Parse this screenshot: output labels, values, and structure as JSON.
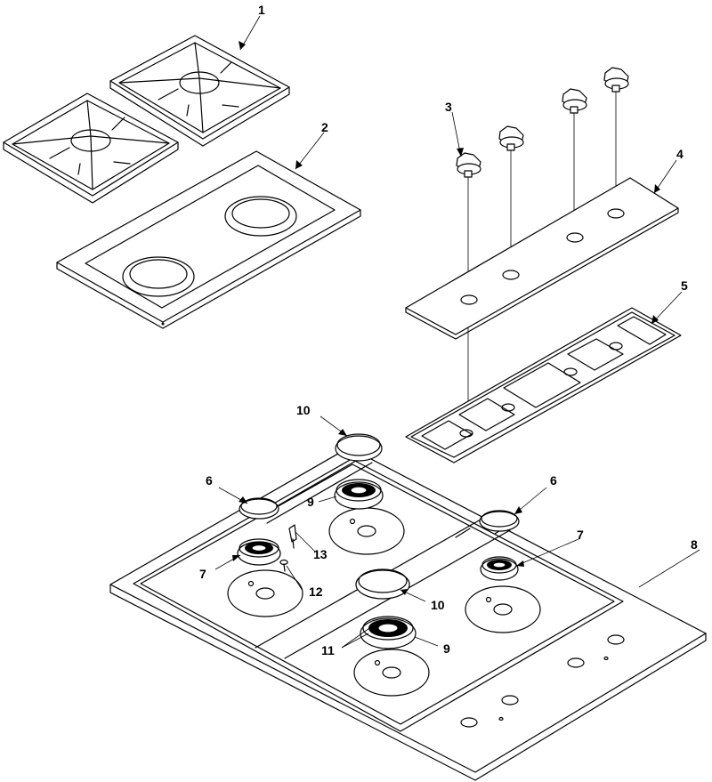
{
  "callouts": {
    "c1": "1",
    "c2": "2",
    "c3": "3",
    "c4": "4",
    "c5": "5",
    "c6a": "6",
    "c6b": "6",
    "c7a": "7",
    "c7b": "7",
    "c8": "8",
    "c9a": "9",
    "c9b": "9",
    "c10a": "10",
    "c10b": "10",
    "c11": "11",
    "c12": "12",
    "c13": "13"
  }
}
